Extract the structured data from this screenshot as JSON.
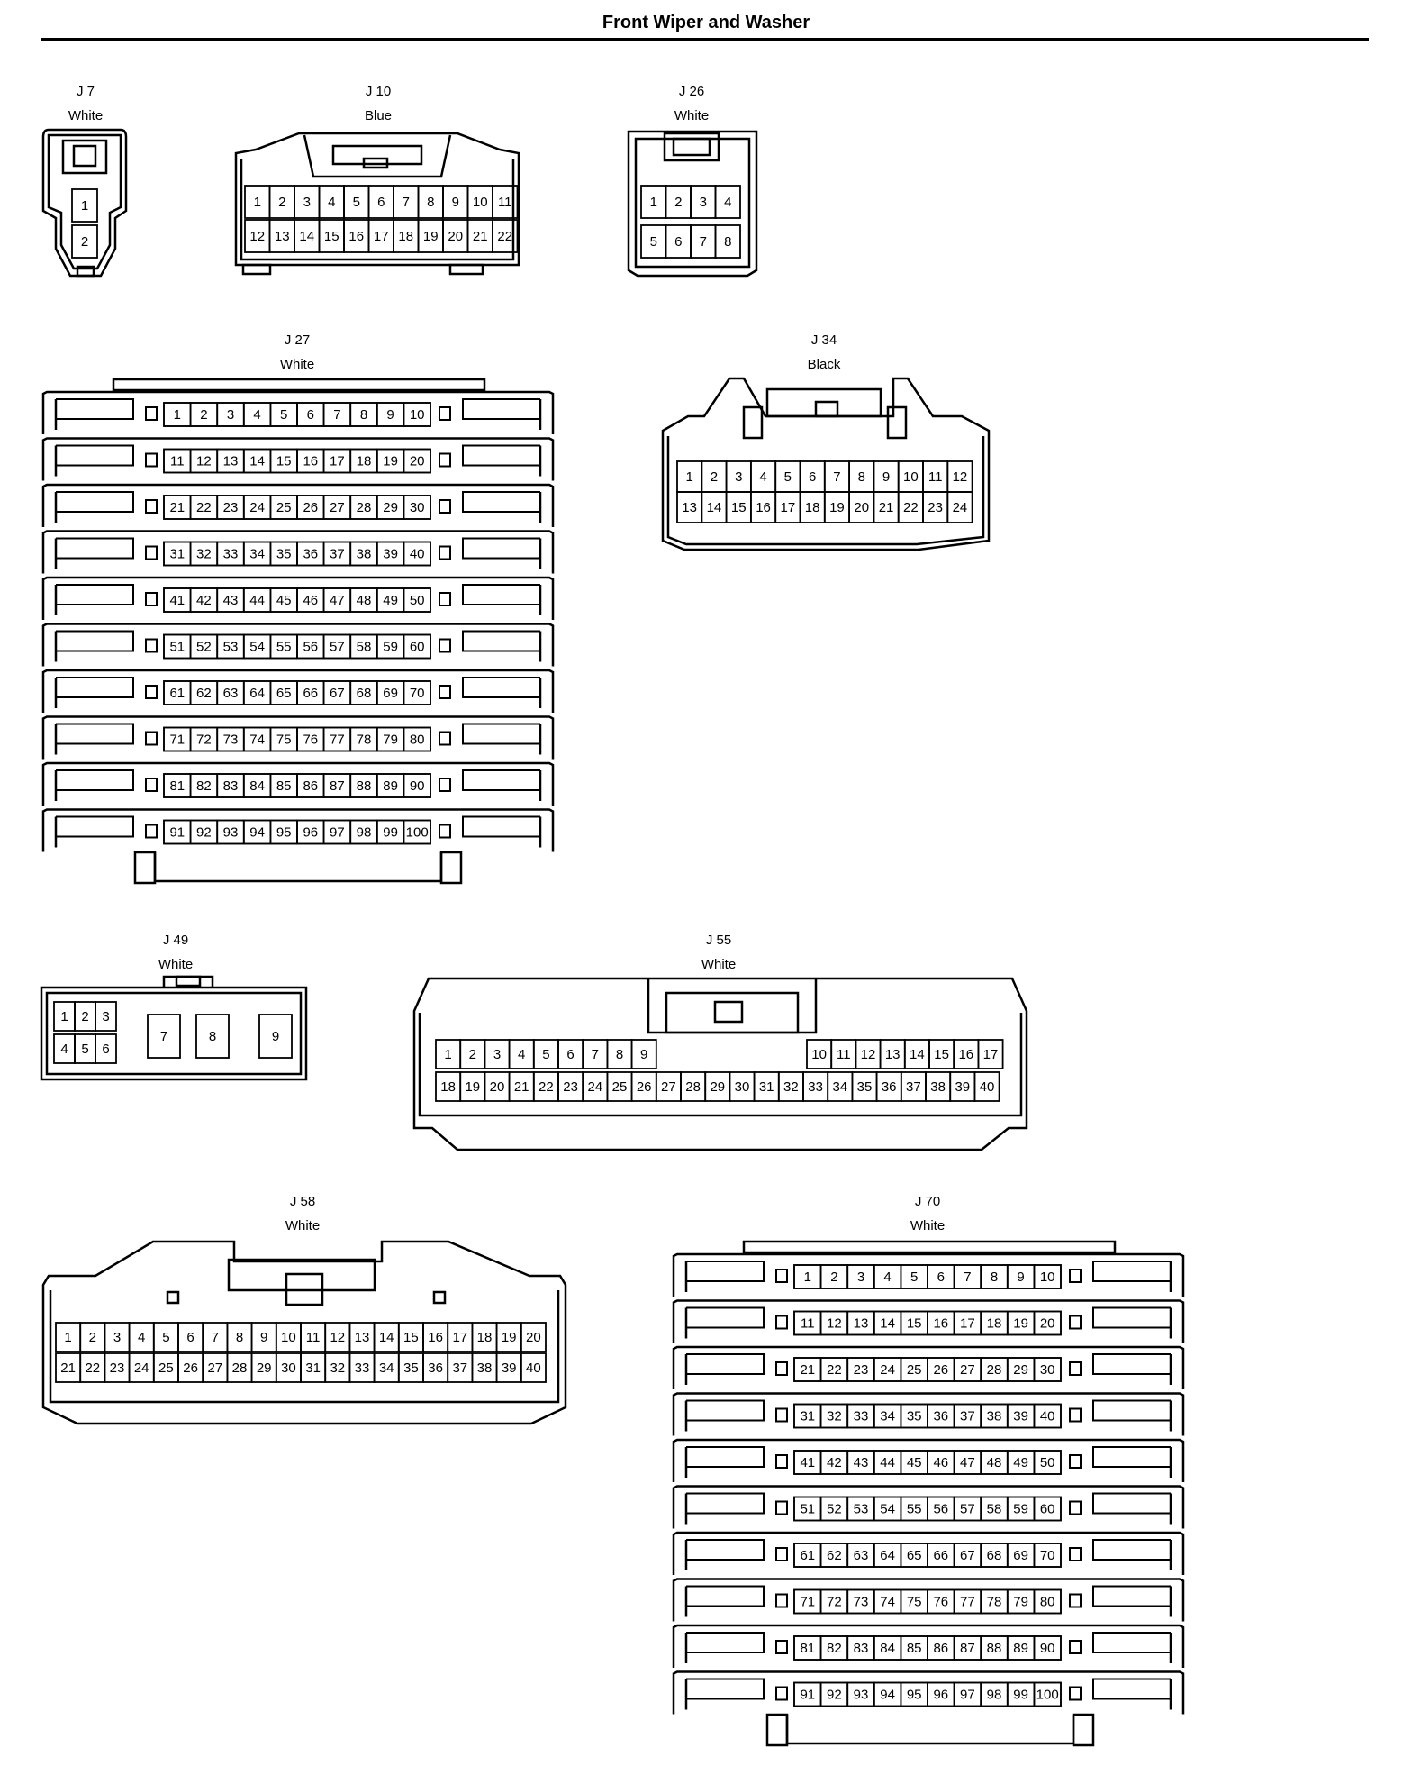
{
  "page": {
    "title": "Front Wiper and Washer"
  },
  "connectors": [
    {
      "id": "J 7",
      "color": "White",
      "pins": 2
    },
    {
      "id": "J 10",
      "color": "Blue",
      "pins": 22
    },
    {
      "id": "J 26",
      "color": "White",
      "pins": 8
    },
    {
      "id": "J 27",
      "color": "White",
      "pins": 100
    },
    {
      "id": "J 34",
      "color": "Black",
      "pins": 24
    },
    {
      "id": "J 49",
      "color": "White",
      "pins": 9
    },
    {
      "id": "J 55",
      "color": "White",
      "pins": 40
    },
    {
      "id": "J 58",
      "color": "White",
      "pins": 40
    },
    {
      "id": "J 70",
      "color": "White",
      "pins": 100
    }
  ]
}
